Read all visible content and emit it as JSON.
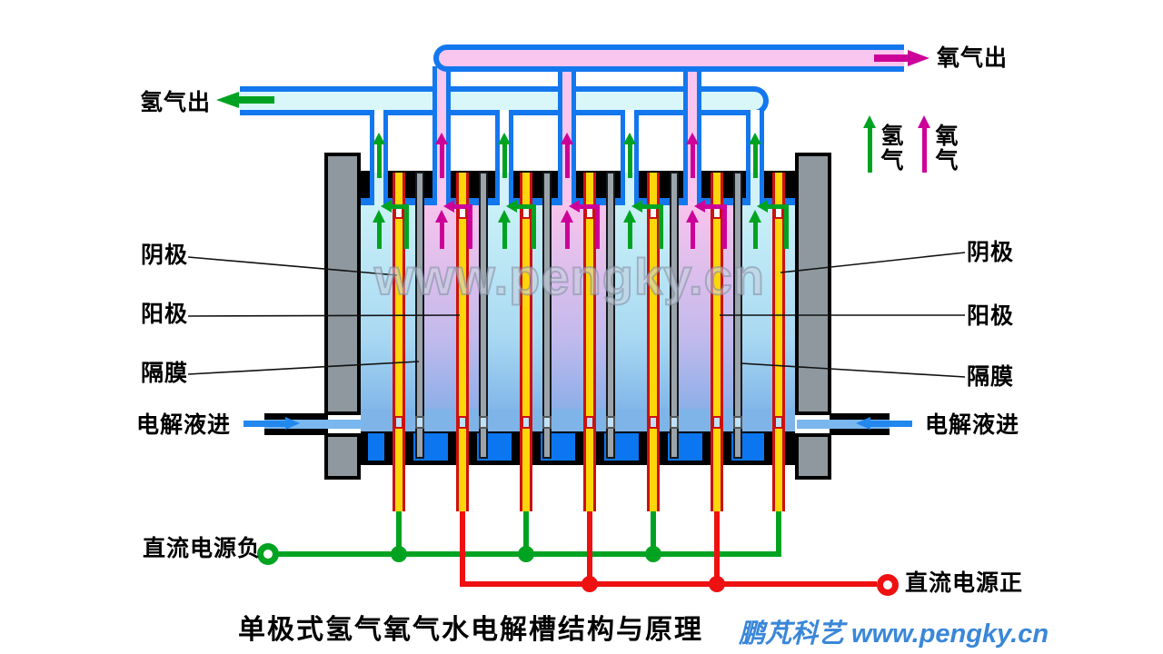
{
  "title": "单极式氢气氧气水电解槽结构与原理",
  "watermark_center": "www.pengky.cn",
  "credit": "鹏芃科艺 www.pengky.cn",
  "labels": {
    "h2_out": "氢气出",
    "o2_out": "氧气出",
    "cathode_left": "阴极",
    "anode_left": "阳极",
    "diaphragm_left": "隔膜",
    "electrolyte_in_left": "电解液进",
    "cathode_right": "阴极",
    "anode_right": "阳极",
    "diaphragm_right": "隔膜",
    "electrolyte_in_right": "电解液进",
    "dc_negative": "直流电源负",
    "dc_positive": "直流电源正"
  },
  "legend": {
    "hydrogen": "氢气",
    "oxygen": "氧气"
  },
  "structure": {
    "compartments": [
      "H",
      "O",
      "H",
      "O",
      "H",
      "O",
      "H"
    ],
    "cathode_count": 4,
    "anode_count": 3,
    "diaphragm_count": 6
  },
  "colors": {
    "hydrogen_arrow": "#00a321",
    "oxygen_arrow": "#cc0099",
    "pipe_border": "#1377ee",
    "h2_pipe_fill": "#d9f7f9",
    "o2_pipe_fill": "#f8c6ee",
    "cell_h_top": "#c9f1f7",
    "cell_o_top": "#f7c3ec",
    "cell_h_bottom": "#7fb4e8",
    "cell_o_bottom": "#88aee8",
    "electrolyte_channel": "#0b76ef",
    "electrolyte_steel": "#7fb4e8",
    "inlet_pipe_fill": "#79b7ee",
    "inlet_arrow": "#2288ee",
    "electrode_yellow": "#ffd60a",
    "electrode_red": "#cc1111",
    "diaphragm_gray": "#9ba4ab",
    "wall_gray": "#8e989e",
    "lid_black": "#000000",
    "wire_negative": "#00a321",
    "wire_positive": "#ee1111",
    "credit_blue": "#3a87d9"
  }
}
